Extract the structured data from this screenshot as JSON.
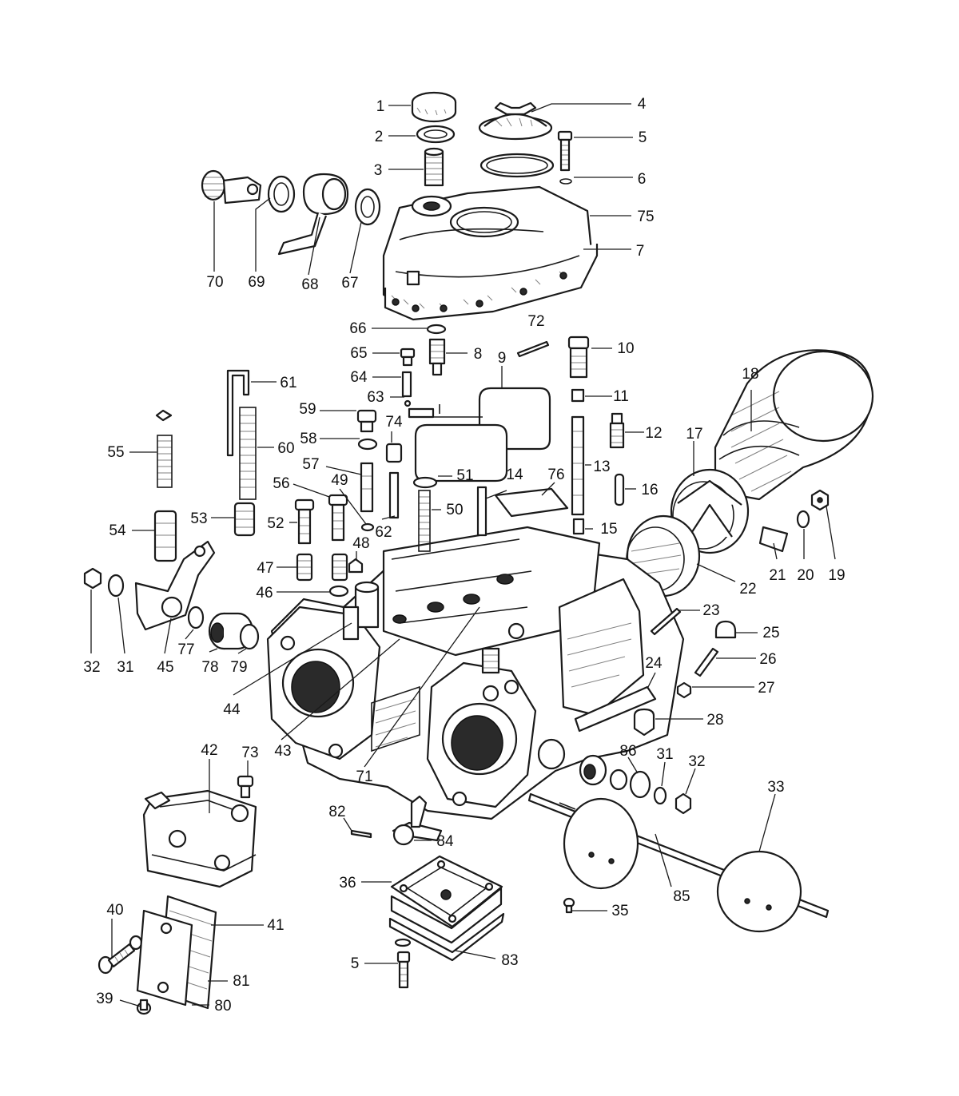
{
  "callouts": [
    {
      "n": "1"
    },
    {
      "n": "2"
    },
    {
      "n": "3"
    },
    {
      "n": "4"
    },
    {
      "n": "5"
    },
    {
      "n": "6"
    },
    {
      "n": "75"
    },
    {
      "n": "7"
    },
    {
      "n": "70"
    },
    {
      "n": "69"
    },
    {
      "n": "68"
    },
    {
      "n": "67"
    },
    {
      "n": "66"
    },
    {
      "n": "72"
    },
    {
      "n": "65"
    },
    {
      "n": "8"
    },
    {
      "n": "10"
    },
    {
      "n": "9"
    },
    {
      "n": "64"
    },
    {
      "n": "63"
    },
    {
      "n": "18"
    },
    {
      "n": "61"
    },
    {
      "n": "11"
    },
    {
      "n": "59"
    },
    {
      "n": "74"
    },
    {
      "n": "12"
    },
    {
      "n": "17"
    },
    {
      "n": "58"
    },
    {
      "n": "60"
    },
    {
      "n": "55"
    },
    {
      "n": "57"
    },
    {
      "n": "49"
    },
    {
      "n": "13"
    },
    {
      "n": "51"
    },
    {
      "n": "14"
    },
    {
      "n": "76"
    },
    {
      "n": "16"
    },
    {
      "n": "56"
    },
    {
      "n": "50"
    },
    {
      "n": "53"
    },
    {
      "n": "52"
    },
    {
      "n": "62"
    },
    {
      "n": "54"
    },
    {
      "n": "15"
    },
    {
      "n": "19"
    },
    {
      "n": "48"
    },
    {
      "n": "21"
    },
    {
      "n": "20"
    },
    {
      "n": "22"
    },
    {
      "n": "47"
    },
    {
      "n": "46"
    },
    {
      "n": "23"
    },
    {
      "n": "25"
    },
    {
      "n": "32"
    },
    {
      "n": "31"
    },
    {
      "n": "45"
    },
    {
      "n": "77"
    },
    {
      "n": "78"
    },
    {
      "n": "79"
    },
    {
      "n": "26"
    },
    {
      "n": "24"
    },
    {
      "n": "27"
    },
    {
      "n": "44"
    },
    {
      "n": "28"
    },
    {
      "n": "43"
    },
    {
      "n": "71"
    },
    {
      "n": "42"
    },
    {
      "n": "73"
    },
    {
      "n": "86"
    },
    {
      "n": "31"
    },
    {
      "n": "32"
    },
    {
      "n": "33"
    },
    {
      "n": "82"
    },
    {
      "n": "84"
    },
    {
      "n": "36"
    },
    {
      "n": "85"
    },
    {
      "n": "35"
    },
    {
      "n": "40"
    },
    {
      "n": "41"
    },
    {
      "n": "83"
    },
    {
      "n": "5"
    },
    {
      "n": "81"
    },
    {
      "n": "39"
    },
    {
      "n": "80"
    }
  ]
}
